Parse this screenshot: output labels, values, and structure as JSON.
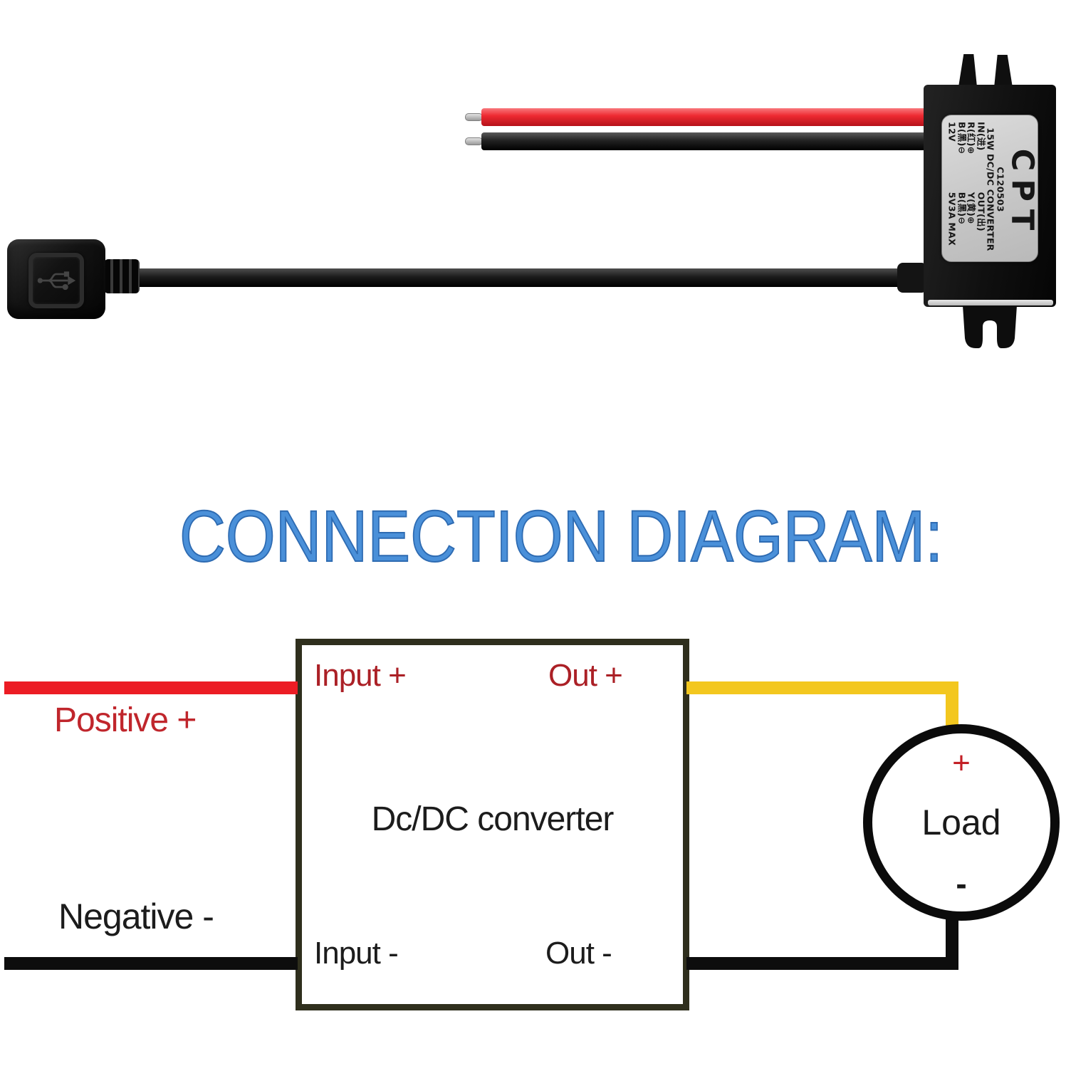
{
  "product": {
    "brand": "CPT",
    "model": "C120503",
    "spec_line": "15W DC/DC CONVERTER",
    "label_rows": [
      {
        "left": "IN(进)",
        "right": "OUT(出)"
      },
      {
        "left": "R(红)⊕",
        "right": "Y(黄)⊕"
      },
      {
        "left": "B(黑)⊖",
        "right": "B(黑)⊖"
      },
      {
        "left": "12V",
        "right": "5V3A MAX"
      }
    ]
  },
  "heading": {
    "title": "CONNECTION DIAGRAM:"
  },
  "diagram": {
    "converter_label": "Dc/DC converter",
    "input_plus": "Input +",
    "out_plus": "Out +",
    "input_minus": "Input -",
    "out_minus": "Out -",
    "positive_label": "Positive +",
    "negative_label": "Negative -",
    "load": {
      "plus": "+",
      "label": "Load",
      "minus": "-"
    }
  },
  "colors": {
    "heading_blue": "#4a90d9",
    "positive_wire_red": "#ec1c24",
    "output_wire_yellow": "#f3c71f",
    "negative_wire_black": "#0d0d0d",
    "terminal_red_text": "#ab2026",
    "box_border_olive": "#2f2f1d"
  }
}
